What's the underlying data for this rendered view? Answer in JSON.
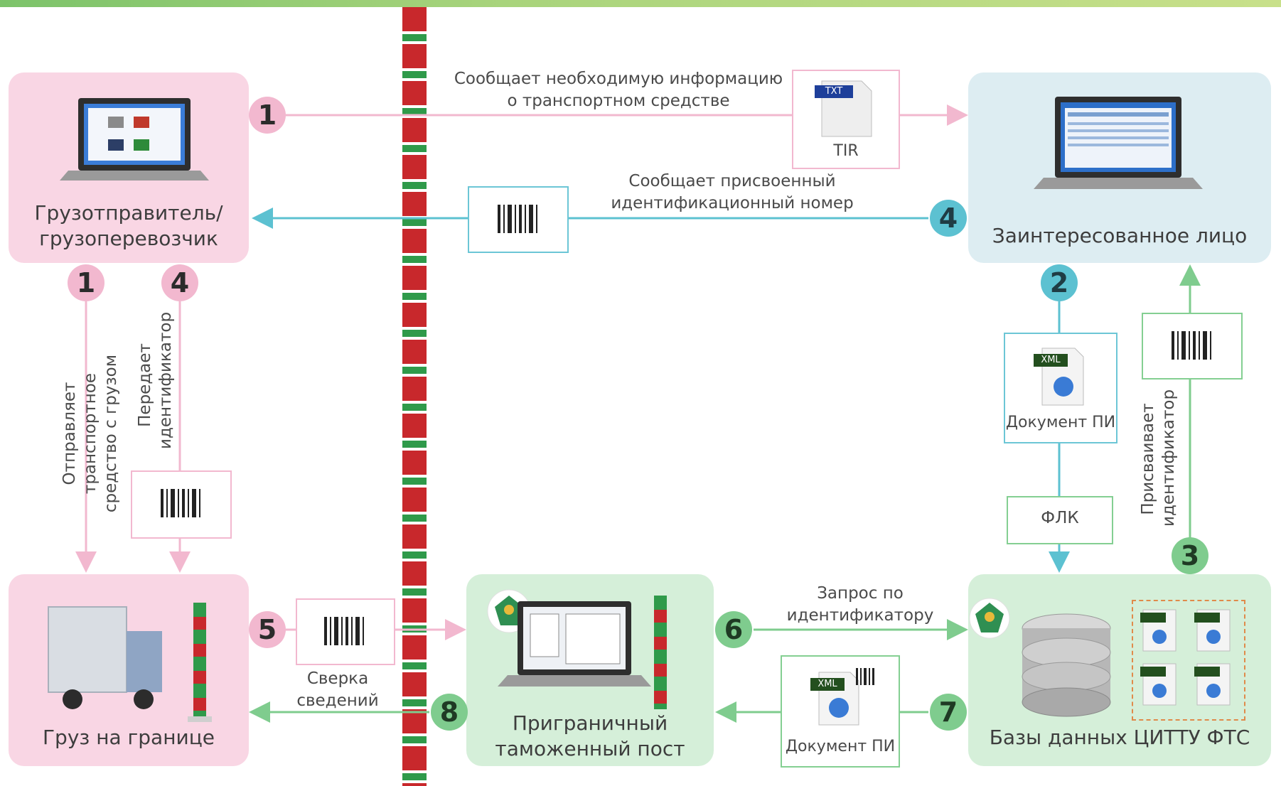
{
  "colors": {
    "pink": "#f2b8cf",
    "blue": "#5cc1d1",
    "green": "#7fcc8e",
    "border_red": "#c8282c",
    "border_green": "#2f9a4a"
  },
  "nodes": {
    "shipper": "Грузотправитель/\nгрузоперевозчик",
    "interested": "Заинтересованное лицо",
    "cargo": "Груз на границе",
    "post": "Приграничный\nтаможенный пост",
    "db": "Базы данных ЦИТТУ ФТС"
  },
  "steps": {
    "s1_top": "1",
    "s4_top": "4",
    "s1_left": "1",
    "s4_left": "4",
    "s2": "2",
    "s3": "3",
    "s5": "5",
    "s6": "6",
    "s7": "7",
    "s8": "8"
  },
  "messages": {
    "m1": "Сообщает необходимую информацию\nо транспортном средстве",
    "m4": "Сообщает присвоенный\nидентификационный номер",
    "send_cargo": "Отправляет транспортное\nсредство с грузом",
    "pass_id": "Передает\nидентификатор",
    "assign_id": "Присваивает\nидентификатор",
    "check": "Сверка\nсведений",
    "request": "Запрос по\nидентификатору"
  },
  "docs": {
    "tir": "TIR",
    "txt_badge": "TXT",
    "xml_badge": "XML",
    "doc_pi_1": "Документ ПИ",
    "doc_pi_2": "Документ ПИ",
    "flk": "ФЛК"
  },
  "icons": [
    "laptop-icon",
    "barcode-icon",
    "txt-file-icon",
    "xml-file-icon",
    "database-icon",
    "truck-icon",
    "border-post-icon",
    "customs-emblem-icon"
  ]
}
